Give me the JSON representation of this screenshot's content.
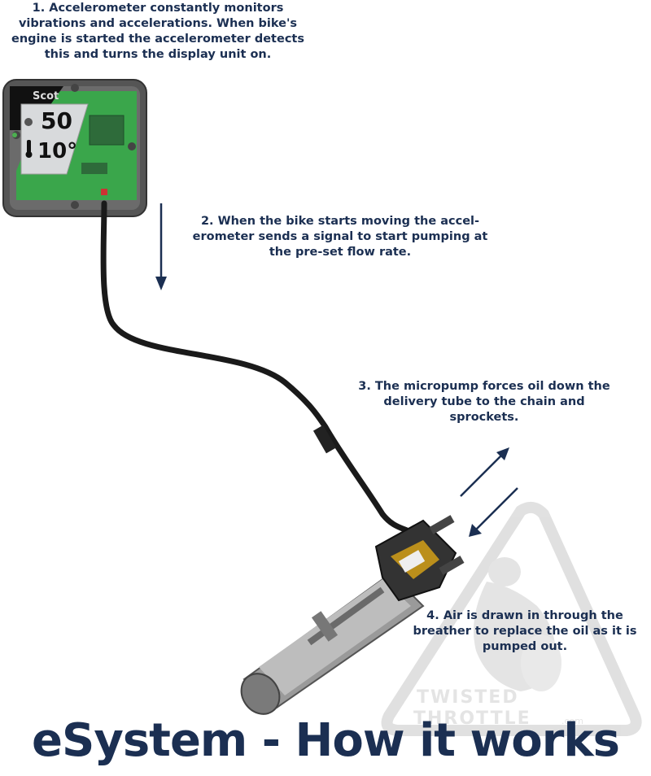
{
  "diagram": {
    "steps": [
      {
        "id": 1,
        "text": "1. Accelerometer constantly monitors vibrations and accelerations. When bike's engine is started the accelerometer detects this and turns the display unit on."
      },
      {
        "id": 2,
        "text": "2. When the bike starts moving the accel-erometer sends a signal to start pumping at the pre-set flow rate."
      },
      {
        "id": 3,
        "text": "3. The micropump forces oil down the delivery tube to the chain and sprockets."
      },
      {
        "id": 4,
        "text": "4. Air is drawn in through the breather to replace the oil as it is pumped out."
      }
    ],
    "title": "eSystem - How it works",
    "display_unit": {
      "brand_label": "Scot",
      "speed_reading": "50",
      "temp_reading": "10°"
    },
    "watermark": {
      "line1": "TWISTED",
      "line2": "THROTTLE",
      "suffix": ".com"
    },
    "colors": {
      "text": "#1b2f52",
      "pcb_green": "#3aa64b",
      "housing": "#5a5a5a",
      "arrow": "#1b2f52"
    }
  }
}
